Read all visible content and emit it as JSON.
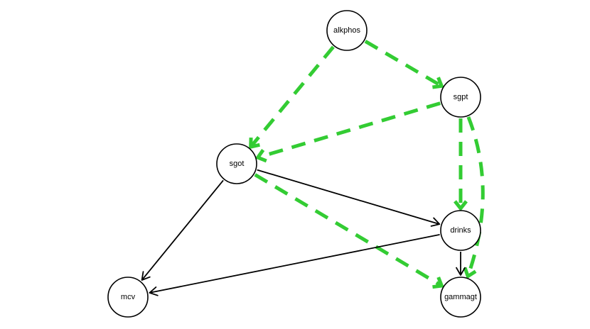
{
  "diagram": {
    "colors": {
      "solid_edge": "#000000",
      "dashed_edge": "#33cc33"
    },
    "nodes": [
      {
        "id": "alkphos",
        "label": "alkphos"
      },
      {
        "id": "sgpt",
        "label": "sgpt"
      },
      {
        "id": "sgot",
        "label": "sgot"
      },
      {
        "id": "drinks",
        "label": "drinks"
      },
      {
        "id": "mcv",
        "label": "mcv"
      },
      {
        "id": "gammagt",
        "label": "gammagt"
      }
    ],
    "edges": [
      {
        "from": "alkphos",
        "to": "sgpt",
        "style": "dashed"
      },
      {
        "from": "alkphos",
        "to": "sgot",
        "style": "dashed"
      },
      {
        "from": "sgpt",
        "to": "sgot",
        "style": "dashed"
      },
      {
        "from": "sgpt",
        "to": "drinks",
        "style": "dashed"
      },
      {
        "from": "sgpt",
        "to": "gammagt",
        "style": "dashed",
        "curved": true
      },
      {
        "from": "sgot",
        "to": "drinks",
        "style": "solid"
      },
      {
        "from": "sgot",
        "to": "mcv",
        "style": "solid"
      },
      {
        "from": "sgot",
        "to": "gammagt",
        "style": "dashed"
      },
      {
        "from": "drinks",
        "to": "mcv",
        "style": "solid"
      },
      {
        "from": "drinks",
        "to": "gammagt",
        "style": "solid"
      }
    ]
  }
}
